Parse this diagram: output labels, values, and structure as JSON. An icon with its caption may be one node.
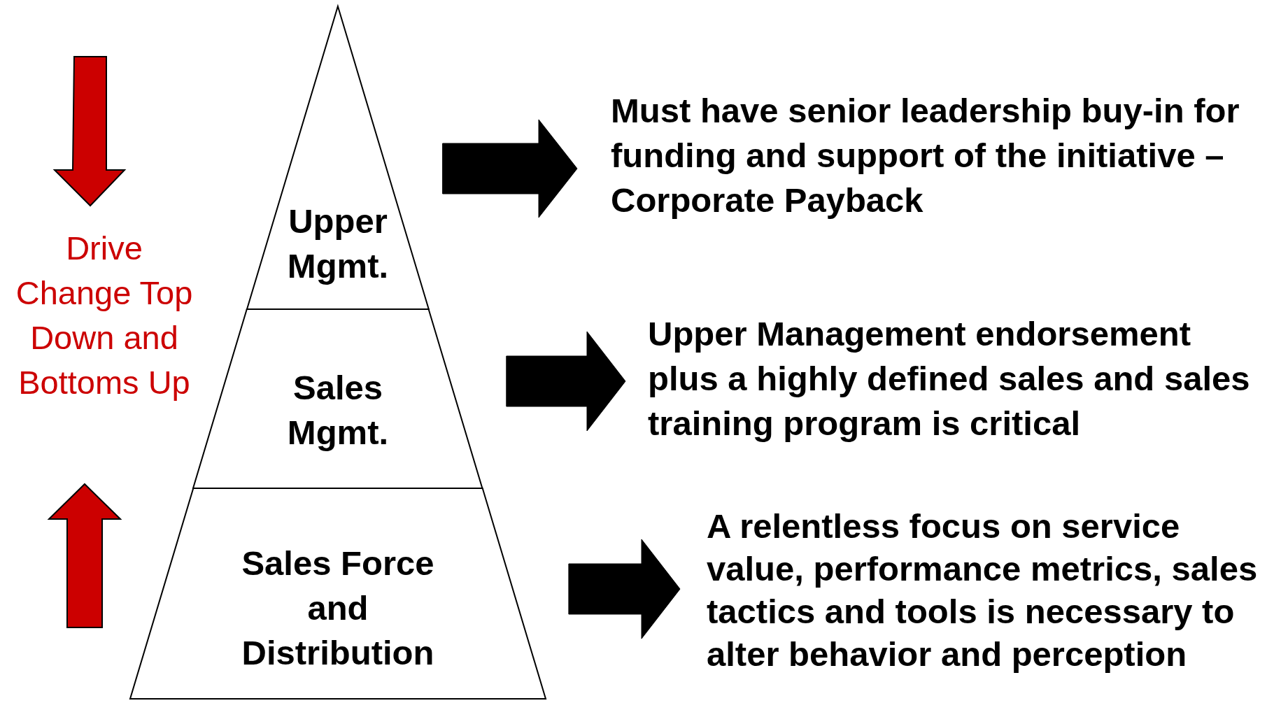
{
  "diagram": {
    "nodes": [
      {
        "text": [
          "Upper Mgmt."
        ]
      },
      {
        "text": [
          "Sales Mgmt."
        ]
      },
      {
        "text": [
          "Sales Force and Distribution"
        ]
      },
      {
        "text": [
          "Must have senior leadership buy-in for funding and support of the initiative – Corporate Payback"
        ]
      },
      {
        "text": [
          "Upper Management endorsement plus a highly defined sales and sales training program is critical"
        ]
      },
      {
        "text": [
          "A relentless focus on service value, performance metrics, sales tactics and tools is necessary to alter behavior and perception"
        ]
      }
    ],
    "edges": [
      {
        "from": 0,
        "to": 3,
        "arrow": "to",
        "style": "thick"
      },
      {
        "from": 1,
        "to": 4,
        "arrow": "to",
        "style": "thick"
      },
      {
        "from": 2,
        "to": 5,
        "arrow": "to",
        "style": "thick"
      }
    ],
    "labels": [
      "Drive Change Top Down and Bottoms Up"
    ]
  }
}
